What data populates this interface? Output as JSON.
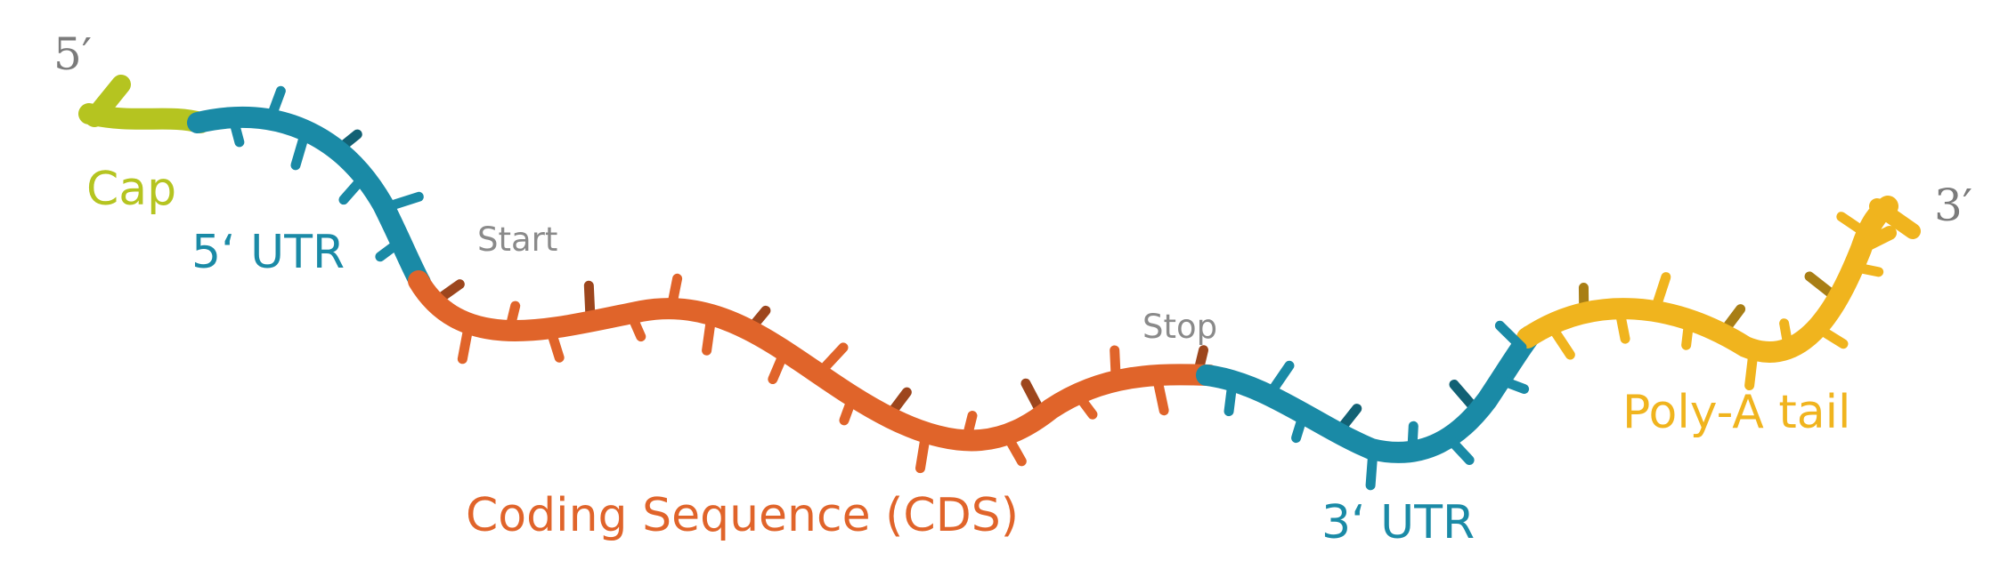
{
  "colors": {
    "cap": "#b5c420",
    "utr": "#1a8aa6",
    "cds": "#e0642a",
    "polya": "#f0b41e",
    "end_label": "#7b7b7b",
    "marker_label": "#8a8a8a"
  },
  "labels": {
    "five_prime": "5′",
    "three_prime": "3′",
    "cap": "Cap",
    "utr5": "5‘ UTR",
    "start": "Start",
    "stop": "Stop",
    "cds": "Coding Sequence (CDS)",
    "utr3": "3‘ UTR",
    "polya": "Poly-A tail"
  }
}
